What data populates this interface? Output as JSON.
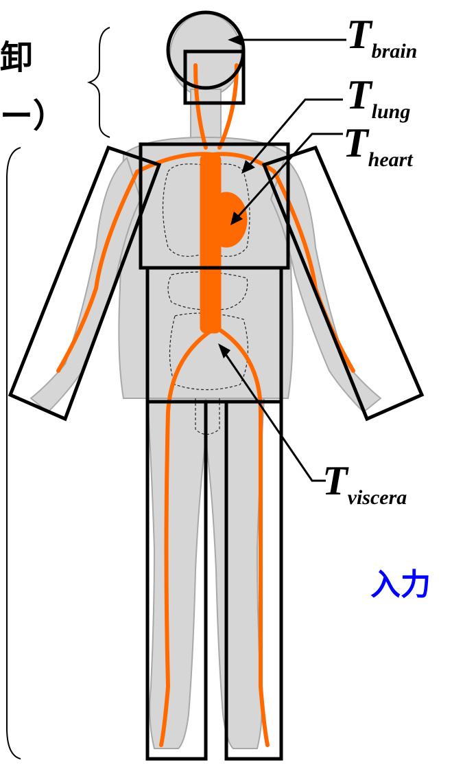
{
  "colors": {
    "body_fill": "#d6d6d6",
    "body_outline": "#a8a8a8",
    "vessel": "#ff6a00",
    "box_stroke": "#000000",
    "accent_text": "#0000ff"
  },
  "labels": {
    "brain": {
      "main": "T",
      "sub": "brain"
    },
    "lung": {
      "main": "T",
      "sub": "lung"
    },
    "heart": {
      "main": "T",
      "sub": "heart"
    },
    "viscera": {
      "main": "T",
      "sub": "viscera"
    }
  },
  "left_text": {
    "line1": "卸",
    "line2": "ー）"
  },
  "right_text": "入力"
}
